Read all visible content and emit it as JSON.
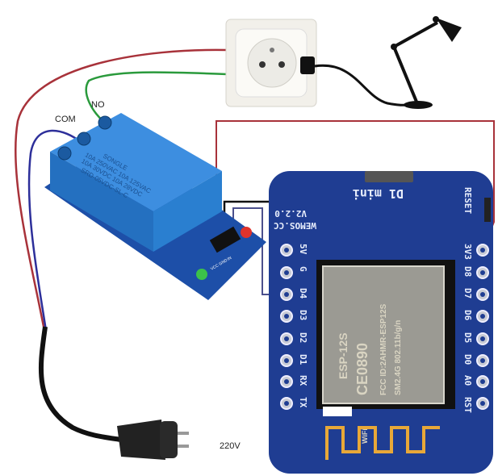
{
  "labels": {
    "no": "NO",
    "com": "COM",
    "voltage": "220V"
  },
  "relay": {
    "model": "SRD-05VDC-SL-C",
    "brand": "SONGLE",
    "rating1": "10A 250VAC 10A 125VAC",
    "rating2": "10A 30VDC 10A 28VDC",
    "pins": [
      "VCC",
      "GND",
      "IN"
    ]
  },
  "board": {
    "site": "WEMOS.CC",
    "version": "V2.2.0",
    "name": "D1 mini",
    "reset": "RESET",
    "left_pins": [
      "5V",
      "G",
      "D4",
      "D3",
      "D2",
      "D1",
      "RX",
      "TX"
    ],
    "right_pins": [
      "3V3",
      "D8",
      "D7",
      "D6",
      "D5",
      "D0",
      "A0",
      "RST"
    ],
    "module": {
      "model": "ESP-12S",
      "ce": "CE0890",
      "fcc": "FCC ID:2AHMR-ESP12S",
      "spec": "SM2.4G 802.11b/g/n",
      "wifi": "WiFi"
    }
  },
  "colors": {
    "wire_red": "#a8323a",
    "wire_green": "#2a9a3c",
    "wire_blue": "#2d2f9a",
    "wire_black": "#111111",
    "wire_signal": "#4b4f8c",
    "board_blue": "#1f3d92",
    "relay_blue": "#2a7fd0"
  }
}
